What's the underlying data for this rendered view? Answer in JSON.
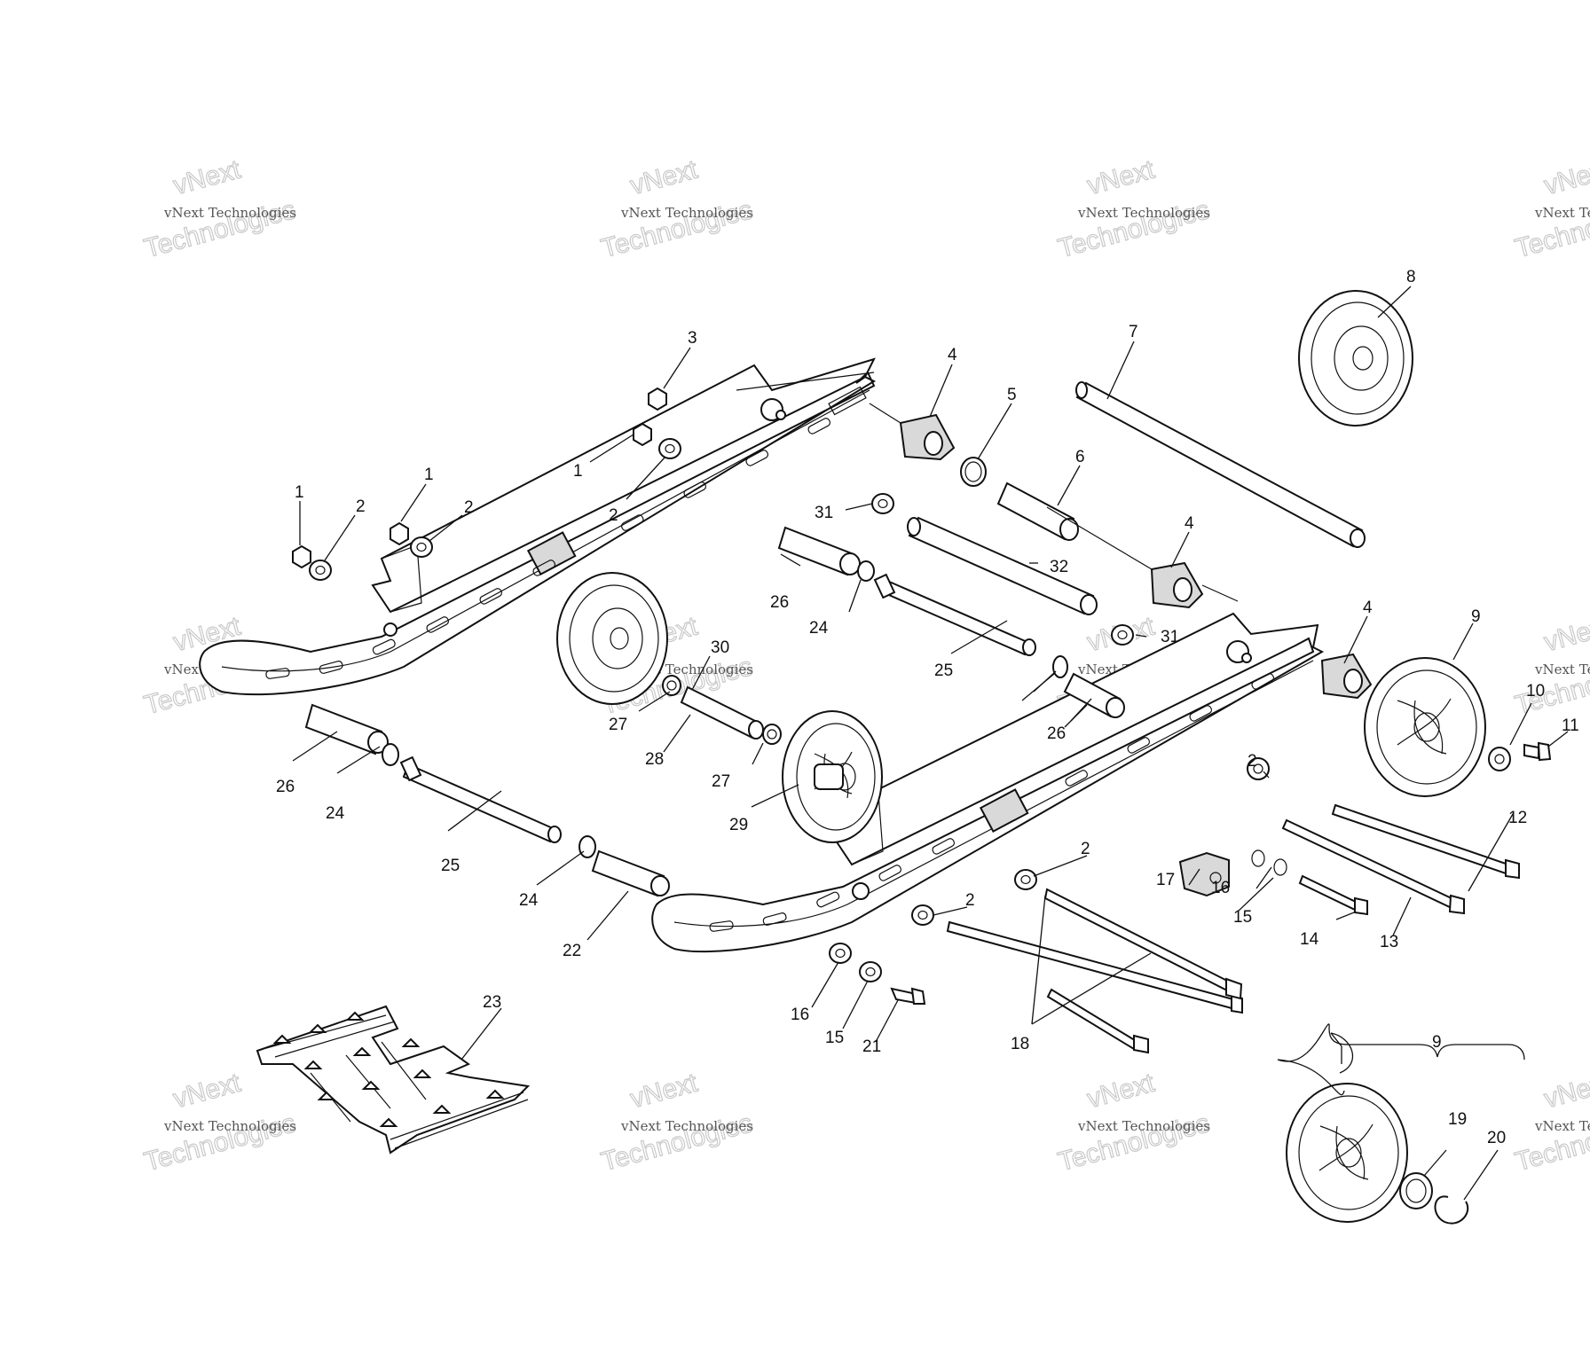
{
  "watermark": {
    "line1": "vNext",
    "line2": "vNext Technologies",
    "line3": "Technologies"
  },
  "callouts": {
    "c1a": "1",
    "c1b": "1",
    "c1c": "1",
    "c2a": "2",
    "c2b": "2",
    "c2c": "2",
    "c2d": "2",
    "c2e": "2",
    "c2f": "2",
    "c3": "3",
    "c4a": "4",
    "c4b": "4",
    "c4c": "4",
    "c5": "5",
    "c6": "6",
    "c7": "7",
    "c8": "8",
    "c9a": "9",
    "c9b": "9",
    "c10": "10",
    "c11": "11",
    "c12": "12",
    "c13": "13",
    "c14": "14",
    "c15a": "15",
    "c15b": "15",
    "c16a": "16",
    "c16b": "16",
    "c17": "17",
    "c18": "18",
    "c19": "19",
    "c20": "20",
    "c21": "21",
    "c22": "22",
    "c23": "23",
    "c24a": "24",
    "c24b": "24",
    "c24c": "24",
    "c25a": "25",
    "c25b": "25",
    "c26a": "26",
    "c26b": "26",
    "c26c": "26",
    "c27a": "27",
    "c27b": "27",
    "c28": "28",
    "c29": "29",
    "c30": "30",
    "c31a": "31",
    "c31b": "31",
    "c32": "32"
  }
}
